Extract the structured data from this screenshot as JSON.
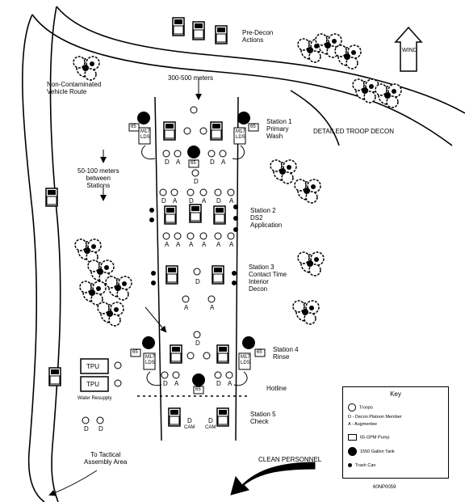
{
  "labels": {
    "pre_decon": "Pre-Decon\nActions",
    "distance_main": "300-500 meters",
    "wind": "WIND",
    "non_contaminated_route": "Non-Contaminated\nVehicle Route",
    "detailed_troop_decon": "DETAILED TROOP DECON",
    "distance_between": "50-100 meters\nbetween\nStations",
    "station1": "Station 1\nPrimary\nWash",
    "station2": "Station 2\nDS2\nApplication",
    "station3": "Station 3\nContact Time\nInterior\nDecon",
    "station4": "Station 4\nRinse",
    "station5": "Station 5\nCheck",
    "hotline": "Hotline",
    "tpu": "TPU",
    "water_resupply": "Water Resupply",
    "tactical_area": "To Tactical\nAssembly Area",
    "clean_personnel": "CLEAN PERSONNEL",
    "code": "60NP0059",
    "cam": "CAM",
    "letter_d": "D",
    "letter_a": "A",
    "pump_label": "65",
    "m17_label": "M17\nLDS"
  },
  "key": {
    "title": "Key",
    "troops": "Troops",
    "decon_member": "D - Decon Platoon Member",
    "augmentee": "A - Augmentee",
    "pump": "65-GPM Pump",
    "tank": "1550 Gallon Tank",
    "trash": "Trash Can"
  }
}
